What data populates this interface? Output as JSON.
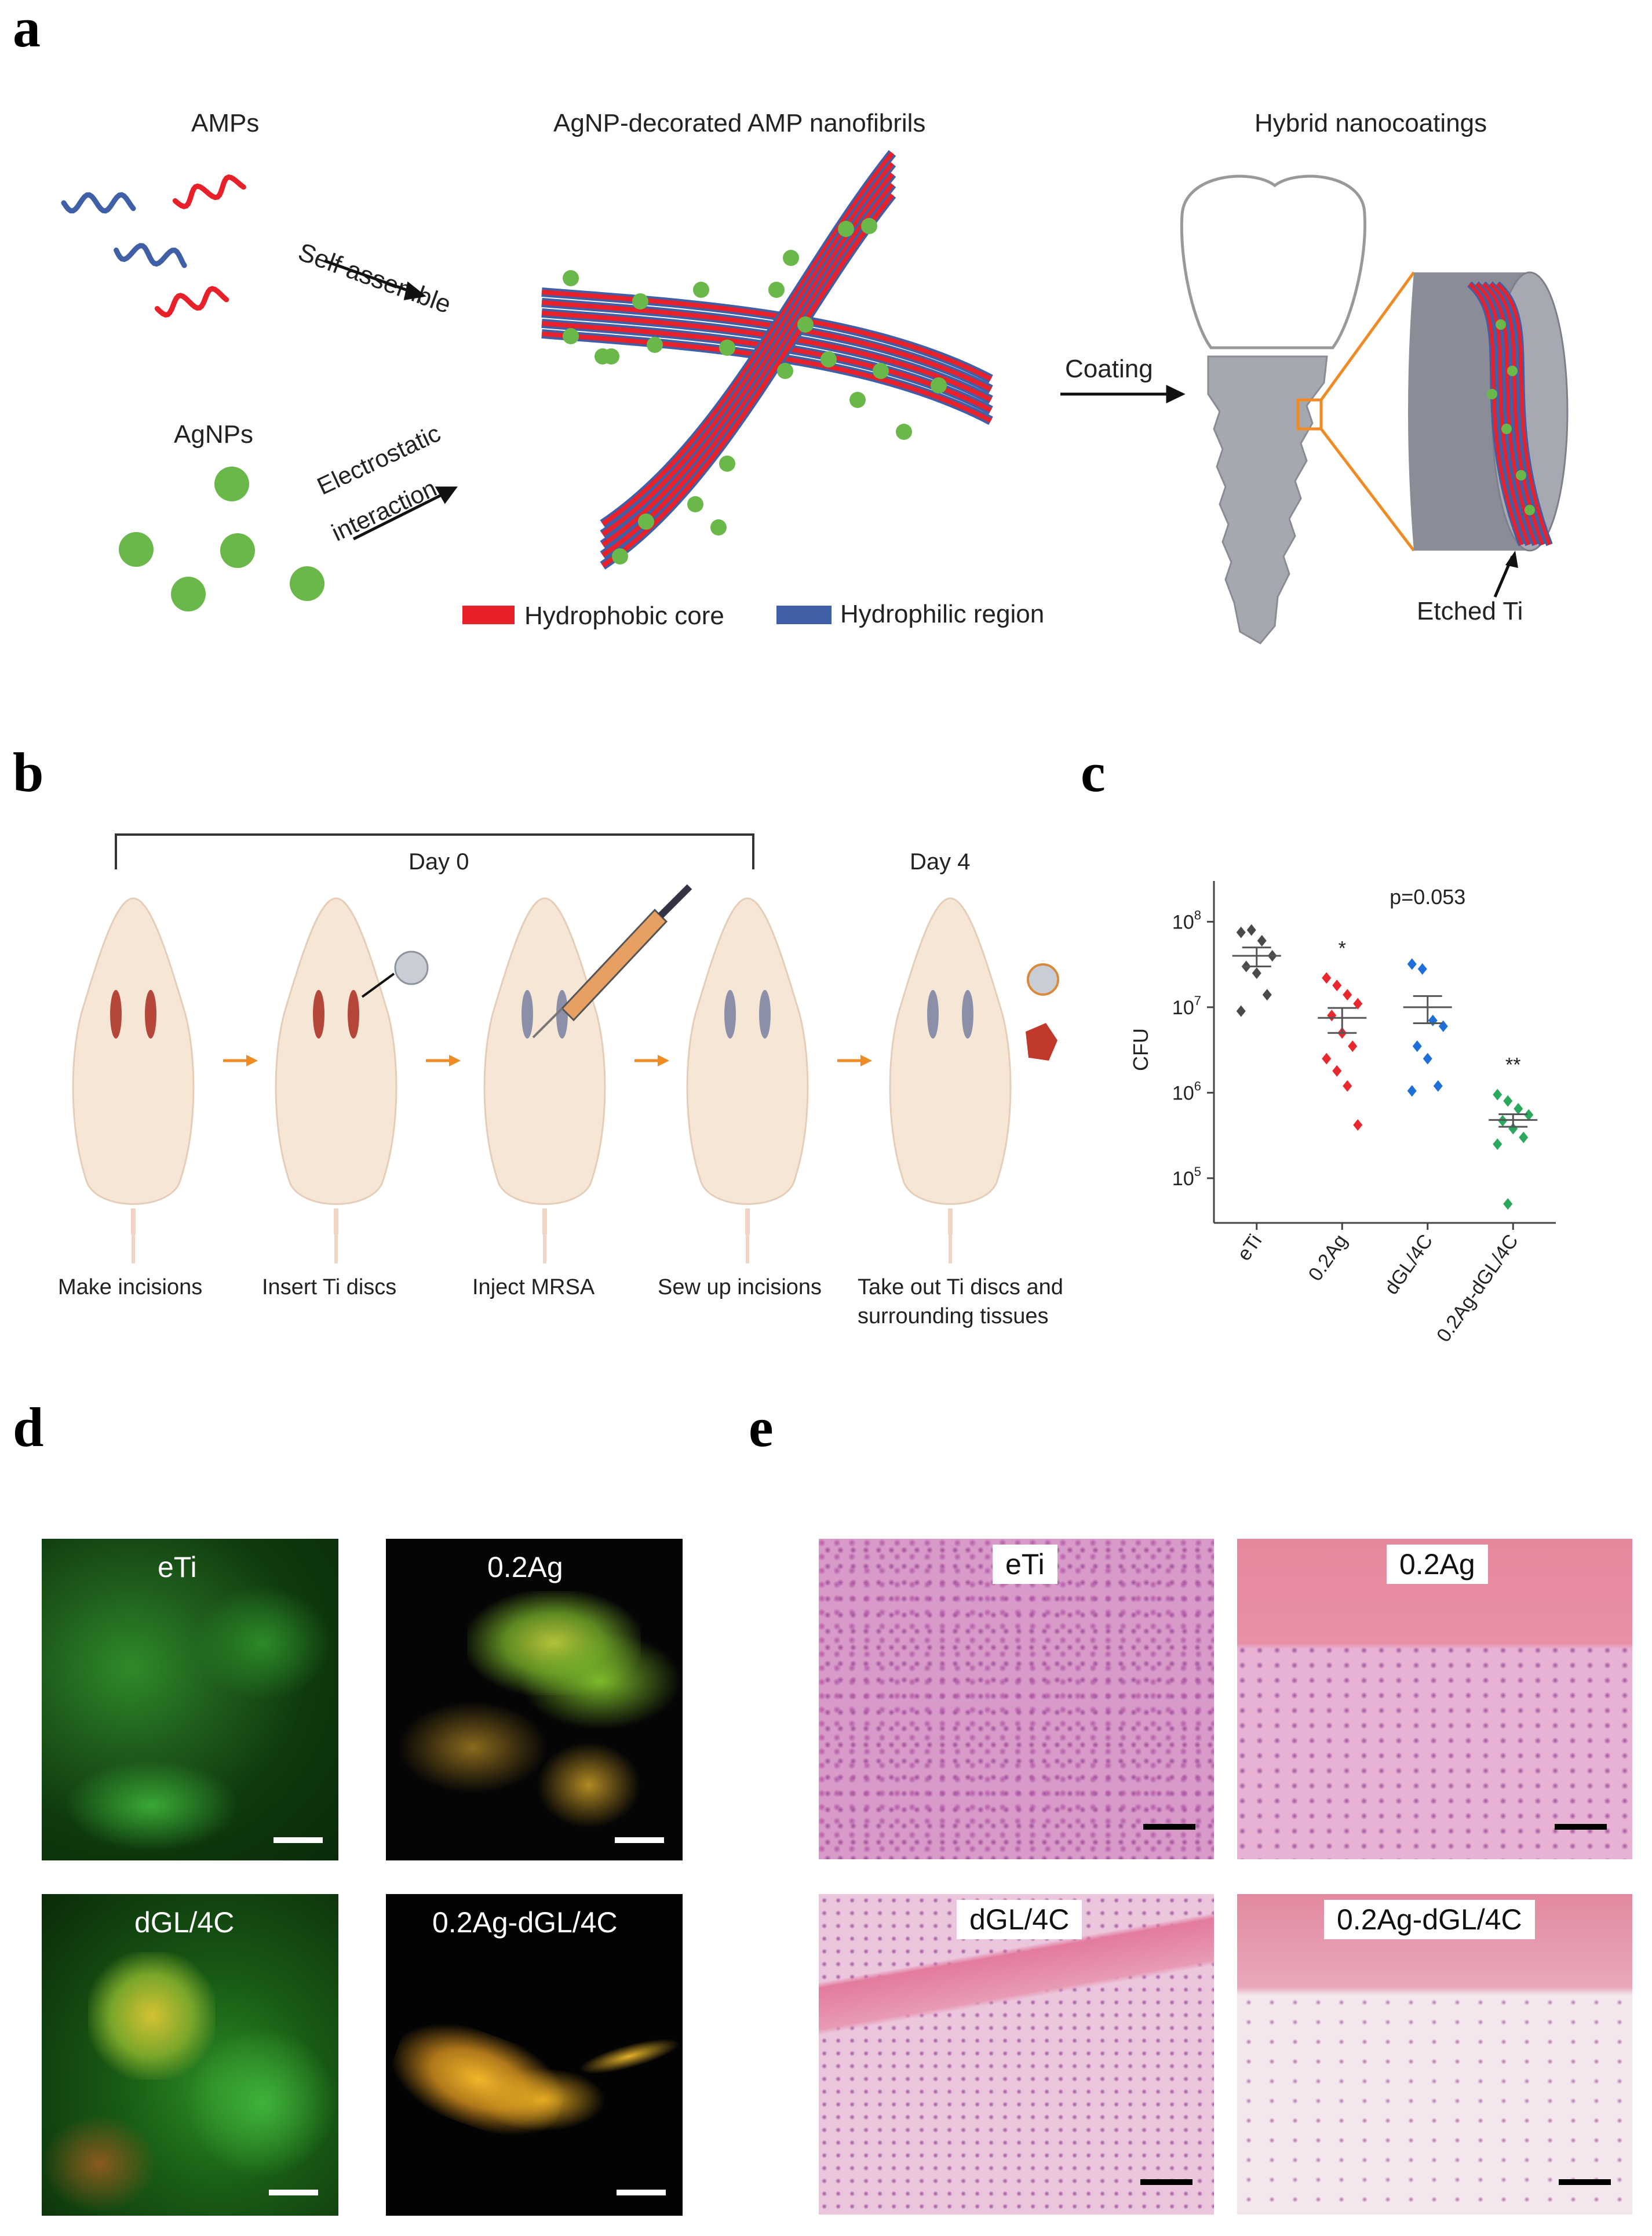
{
  "panels": {
    "a": "a",
    "b": "b",
    "c": "c",
    "d": "d",
    "e": "e"
  },
  "panel_a": {
    "amps": "AMPs",
    "agnps": "AgNPs",
    "fibrils_title": "AgNP-decorated AMP nanofibrils",
    "coatings_title": "Hybrid nanocoatings",
    "self_assemble": "Self assemble",
    "electrostatic_1": "Electrostatic",
    "electrostatic_2": "interaction",
    "coating": "Coating",
    "etched_ti": "Etched Ti",
    "legend_hydrophobic": "Hydrophobic core",
    "legend_hydrophilic": "Hydrophilic region",
    "colors": {
      "hydrophobic": "#e8202a",
      "hydrophilic": "#3f5fa6",
      "agnp": "#6bb84a",
      "orange": "#f08a24"
    }
  },
  "panel_b": {
    "day0": "Day 0",
    "day4": "Day 4",
    "steps": [
      "Make incisions",
      "Insert Ti discs",
      "Inject MRSA",
      "Sew up incisions",
      "Take out Ti discs and",
      "surrounding tissues"
    ]
  },
  "chart_data": {
    "type": "scatter",
    "ylabel": "CFU",
    "yscale": "log",
    "ylim": [
      30000,
      300000000
    ],
    "yticks": [
      {
        "value": 100000,
        "base": "10",
        "exp": "5"
      },
      {
        "value": 1000000,
        "base": "10",
        "exp": "6"
      },
      {
        "value": 10000000,
        "base": "10",
        "exp": "7"
      },
      {
        "value": 100000000,
        "base": "10",
        "exp": "8"
      }
    ],
    "categories": [
      "eTi",
      "0.2Ag",
      "dGL/4C",
      "0.2Ag-dGL/4C"
    ],
    "annotations": [
      "",
      "*",
      "p=0.053",
      "**"
    ],
    "colors": [
      "#4a4a4a",
      "#e8282d",
      "#1f6fd8",
      "#2aa85c"
    ],
    "series": [
      {
        "values": [
          75000000,
          80000000,
          60000000,
          40000000,
          30000000,
          25000000,
          14000000,
          9000000
        ],
        "mean": 40000000,
        "sem": [
          30000000,
          50000000
        ]
      },
      {
        "values": [
          22000000,
          18000000,
          14000000,
          11000000,
          8000000,
          5000000,
          3500000,
          2500000,
          1800000,
          1200000,
          420000
        ],
        "mean": 7500000,
        "sem": [
          5000000,
          9800000
        ]
      },
      {
        "values": [
          32000000,
          28000000,
          7000000,
          6000000,
          3500000,
          2500000,
          1200000,
          1050000
        ],
        "mean": 10000000,
        "sem": [
          6500000,
          13500000
        ]
      },
      {
        "values": [
          950000,
          800000,
          650000,
          550000,
          470000,
          380000,
          300000,
          250000,
          50000
        ],
        "mean": 480000,
        "sem": [
          400000,
          560000
        ]
      }
    ]
  },
  "panel_d": {
    "labels": [
      "eTi",
      "0.2Ag",
      "dGL/4C",
      "0.2Ag-dGL/4C"
    ]
  },
  "panel_e": {
    "labels": [
      "eTi",
      "0.2Ag",
      "dGL/4C",
      "0.2Ag-dGL/4C"
    ]
  }
}
